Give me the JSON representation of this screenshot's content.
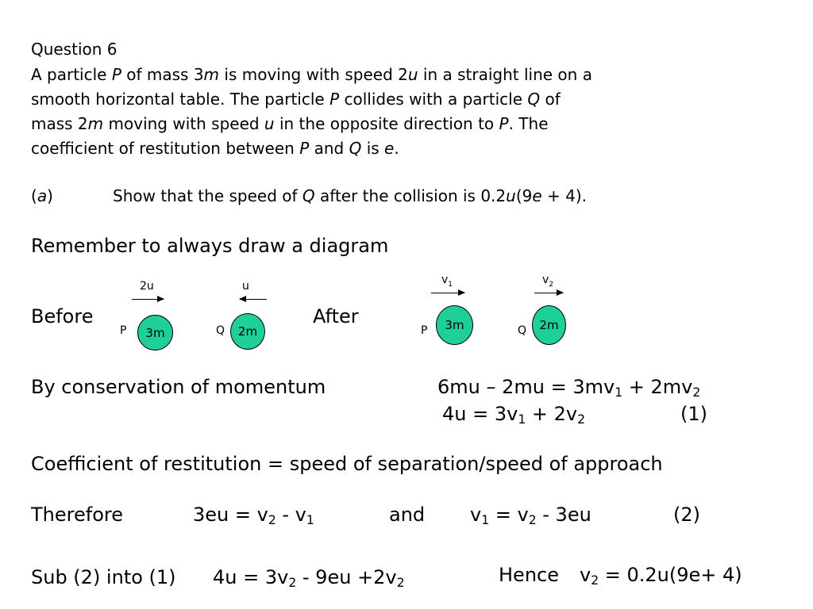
{
  "question": {
    "title": "Question 6",
    "line1": [
      "A particle ",
      "P",
      " of mass 3",
      "m",
      " is moving with speed 2",
      "u",
      " in a straight line on a"
    ],
    "line2": [
      "smooth horizontal table. The particle ",
      "P",
      " collides with a particle ",
      "Q",
      " of"
    ],
    "line3": [
      "mass 2",
      "m",
      " moving with speed ",
      "u",
      " in the opposite direction to ",
      "P",
      ". The"
    ],
    "line4": [
      "coefficient of restitution between ",
      "P",
      " and ",
      "Q",
      " is ",
      "e",
      "."
    ],
    "part_a": {
      "label_open": "(",
      "label_letter": "a",
      "label_close": ")",
      "text": [
        "Show that the speed of ",
        "Q",
        " after the collision is 0.2",
        "u",
        "(9",
        "e",
        " + 4)."
      ]
    }
  },
  "reminder": "Remember to always draw a diagram",
  "diagram": {
    "before_label": "Before",
    "after_label": "After",
    "before": {
      "p": {
        "particle": "P",
        "mass": "3m",
        "speed": "2u",
        "direction": "right"
      },
      "q": {
        "particle": "Q",
        "mass": "2m",
        "speed": "u",
        "direction": "left"
      }
    },
    "after": {
      "p": {
        "particle": "P",
        "mass": "3m",
        "speed_base": "v",
        "speed_sub": "1",
        "direction": "right"
      },
      "q": {
        "particle": "Q",
        "mass": "2m",
        "speed_base": "v",
        "speed_sub": "2",
        "direction": "right"
      }
    },
    "ball_color": "#1fcf9a"
  },
  "working": {
    "momentum": {
      "label": "By conservation of momentum",
      "eq1": [
        "6mu – 2mu = 3mv",
        "1",
        " + 2mv",
        "2"
      ],
      "eq2": [
        "4u = 3v",
        "1",
        " + 2v",
        "2"
      ],
      "eq2_ref": "(1)"
    },
    "restitution": "Coefficient of restitution = speed of separation/speed of approach",
    "therefore": {
      "label": "Therefore",
      "eq": [
        "3eu = v",
        "2",
        " - v",
        "1"
      ],
      "and": "and",
      "eq2": [
        "v",
        "1",
        " = v",
        "2",
        " - 3eu"
      ],
      "ref": "(2)"
    },
    "sub": {
      "label": "Sub (2) into (1)",
      "eq": [
        "4u = 3v",
        "2",
        " - 9eu +2v",
        "2"
      ]
    },
    "hence": {
      "label": "Hence",
      "eq": [
        "v",
        "2",
        " = 0.2u(9e+ 4)"
      ]
    }
  }
}
